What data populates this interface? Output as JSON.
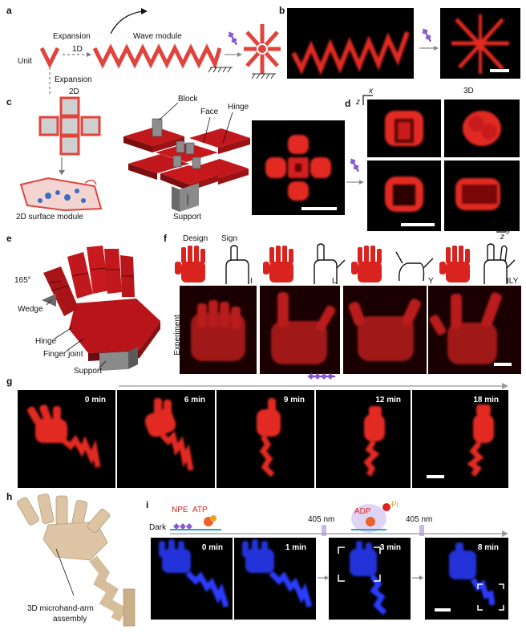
{
  "figure": {
    "panel_letters": [
      "a",
      "b",
      "c",
      "d",
      "e",
      "f",
      "g",
      "h",
      "i"
    ],
    "colors": {
      "red": "#d9231f",
      "dark_red": "#8b1414",
      "blue": "#2a3cff",
      "beige": "#d9c2a3",
      "support_gray": "#8a8a8a"
    },
    "a": {
      "unit": "Unit",
      "expansion_1d": "Expansion",
      "one_d": "1D",
      "wave_module": "Wave module",
      "expansion_2d": "Expansion",
      "two_d": "2D"
    },
    "c": {
      "surface_module": "2D surface module",
      "block": "Block",
      "face": "Face",
      "hinge": "Hinge",
      "support": "Support"
    },
    "d": {
      "axis_z": "z",
      "axis_x": "x",
      "label_3d": "3D",
      "axis_y": "y"
    },
    "e": {
      "angle": "165°",
      "wedge": "Wedge",
      "hinge": "Hinge",
      "finger_joint": "Finger joint",
      "support": "Support"
    },
    "f": {
      "design": "Design",
      "sign": "Sign",
      "letters": [
        "I",
        "L",
        "Y",
        "ILY"
      ],
      "experiment": "Experiment",
      "axis_z": "z"
    },
    "g": {
      "times": [
        "0 min",
        "6 min",
        "9 min",
        "12 min",
        "18 min"
      ]
    },
    "h": {
      "caption_line1": "3D microhand-arm",
      "caption_line2": "assembly"
    },
    "i": {
      "npe": "NPE",
      "atp": "ATP",
      "dark": "Dark",
      "adp": "ADP",
      "pi": "Pi",
      "wavelength_1": "405 nm",
      "wavelength_2": "405 nm",
      "times": [
        "0 min",
        "1 min",
        "3 min",
        "8 min"
      ]
    }
  }
}
